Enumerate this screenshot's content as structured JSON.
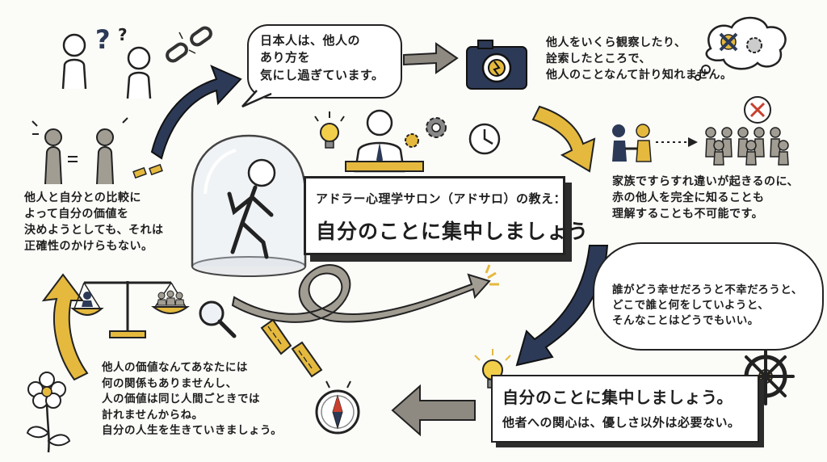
{
  "colors": {
    "navy": "#2c3a57",
    "gold": "#e4b93e",
    "gray": "#a19d93",
    "ink": "#1e1e1e",
    "accent_red": "#c8402e"
  },
  "center": {
    "title_line1": "アドラー心理学サロン（アドサロ）の教え：",
    "title_line2": "自分のことに集中しましょう"
  },
  "bubble_top": {
    "text": "日本人は、他人の\nあり方を\n気にし過ぎています。"
  },
  "text_top_right": "他人をいくら観察したり、\n詮索したところで、\n他人のことなんて計り知れません。",
  "text_mid_right": "家族ですらすれ違いが起きるのに、\n赤の他人を完全に知ることも\n理解することも不可能です。",
  "cloud_right": {
    "text": "誰がどう幸せだろうと不幸だろうと、\nどこで誰と何をしていようと、\nそんなことはどうでもいい。"
  },
  "text_left": "他人と自分との比較に\nよって自分の価値を\n決めようとしても、それは\n正確性のかけらもない。",
  "text_bottom": "他人の価値なんてあなたには\n何の関係もありませんし、\n人の価値は同じ人間ごときでは\n計れませんからね。\n自分の人生を生きていきましょう。",
  "box_bottom_right": {
    "title": "自分のことに集中しましょう。",
    "subtitle": "他者への関心は、優しさ以外は必要ない。"
  },
  "icons": [
    "confused-people-icon",
    "question-mark-icon",
    "broken-chain-icon",
    "camera-icon",
    "thought-cloud-icon",
    "lightbulb-icon",
    "businessman-icon",
    "gear-icon",
    "clock-icon",
    "comparing-people-icon",
    "person-in-dome-icon",
    "handshake-icon",
    "crowd-icon",
    "emotion-faces-icon",
    "map-pin-icon",
    "walking-people-icon",
    "scales-icon",
    "magnifier-icon",
    "ruler-icon",
    "compass-icon",
    "flower-icon",
    "ship-wheel-icon"
  ]
}
